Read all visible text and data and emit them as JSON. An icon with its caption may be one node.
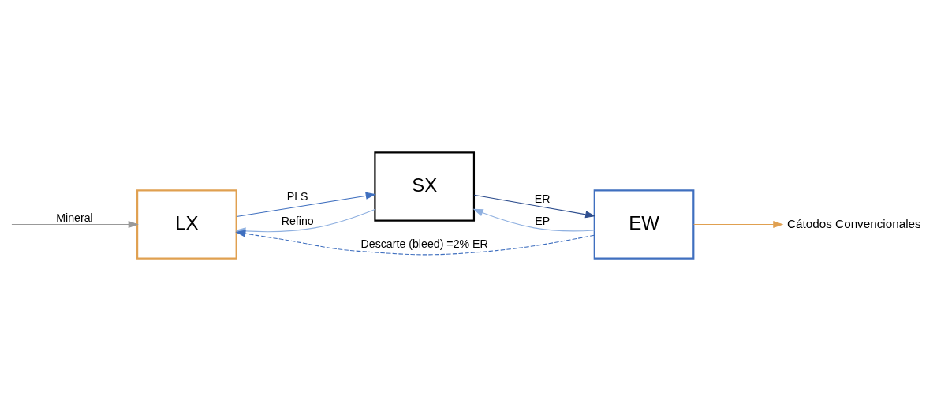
{
  "diagram": {
    "nodes": [
      {
        "text": [
          "LX"
        ]
      },
      {
        "text": [
          "SX"
        ]
      },
      {
        "text": [
          "EW"
        ]
      },
      {
        "text": [
          "Cátodos Convencionales"
        ]
      }
    ],
    "edges": [
      {
        "from": null,
        "to": 0,
        "arrow": "to",
        "label": "Mineral",
        "color": "#999999"
      },
      {
        "from": 0,
        "to": 1,
        "arrow": "to",
        "label": "PLS"
      },
      {
        "from": 1,
        "to": 2,
        "arrow": "to",
        "label": "ER",
        "color": "#2f4f8f"
      },
      {
        "from": 2,
        "to": 1,
        "arrow": "to",
        "label": "EP",
        "color": "#8fb0e0"
      },
      {
        "from": 1,
        "to": 0,
        "arrow": "to",
        "label": "Refino",
        "color": "#8fb0e0"
      },
      {
        "from": 2,
        "to": 0,
        "arrow": "to",
        "label": "Descarte (bleed) =2% ER",
        "style": "dashed"
      },
      {
        "from": 2,
        "to": 3,
        "arrow": "to",
        "color": "#e0a050"
      }
    ]
  }
}
